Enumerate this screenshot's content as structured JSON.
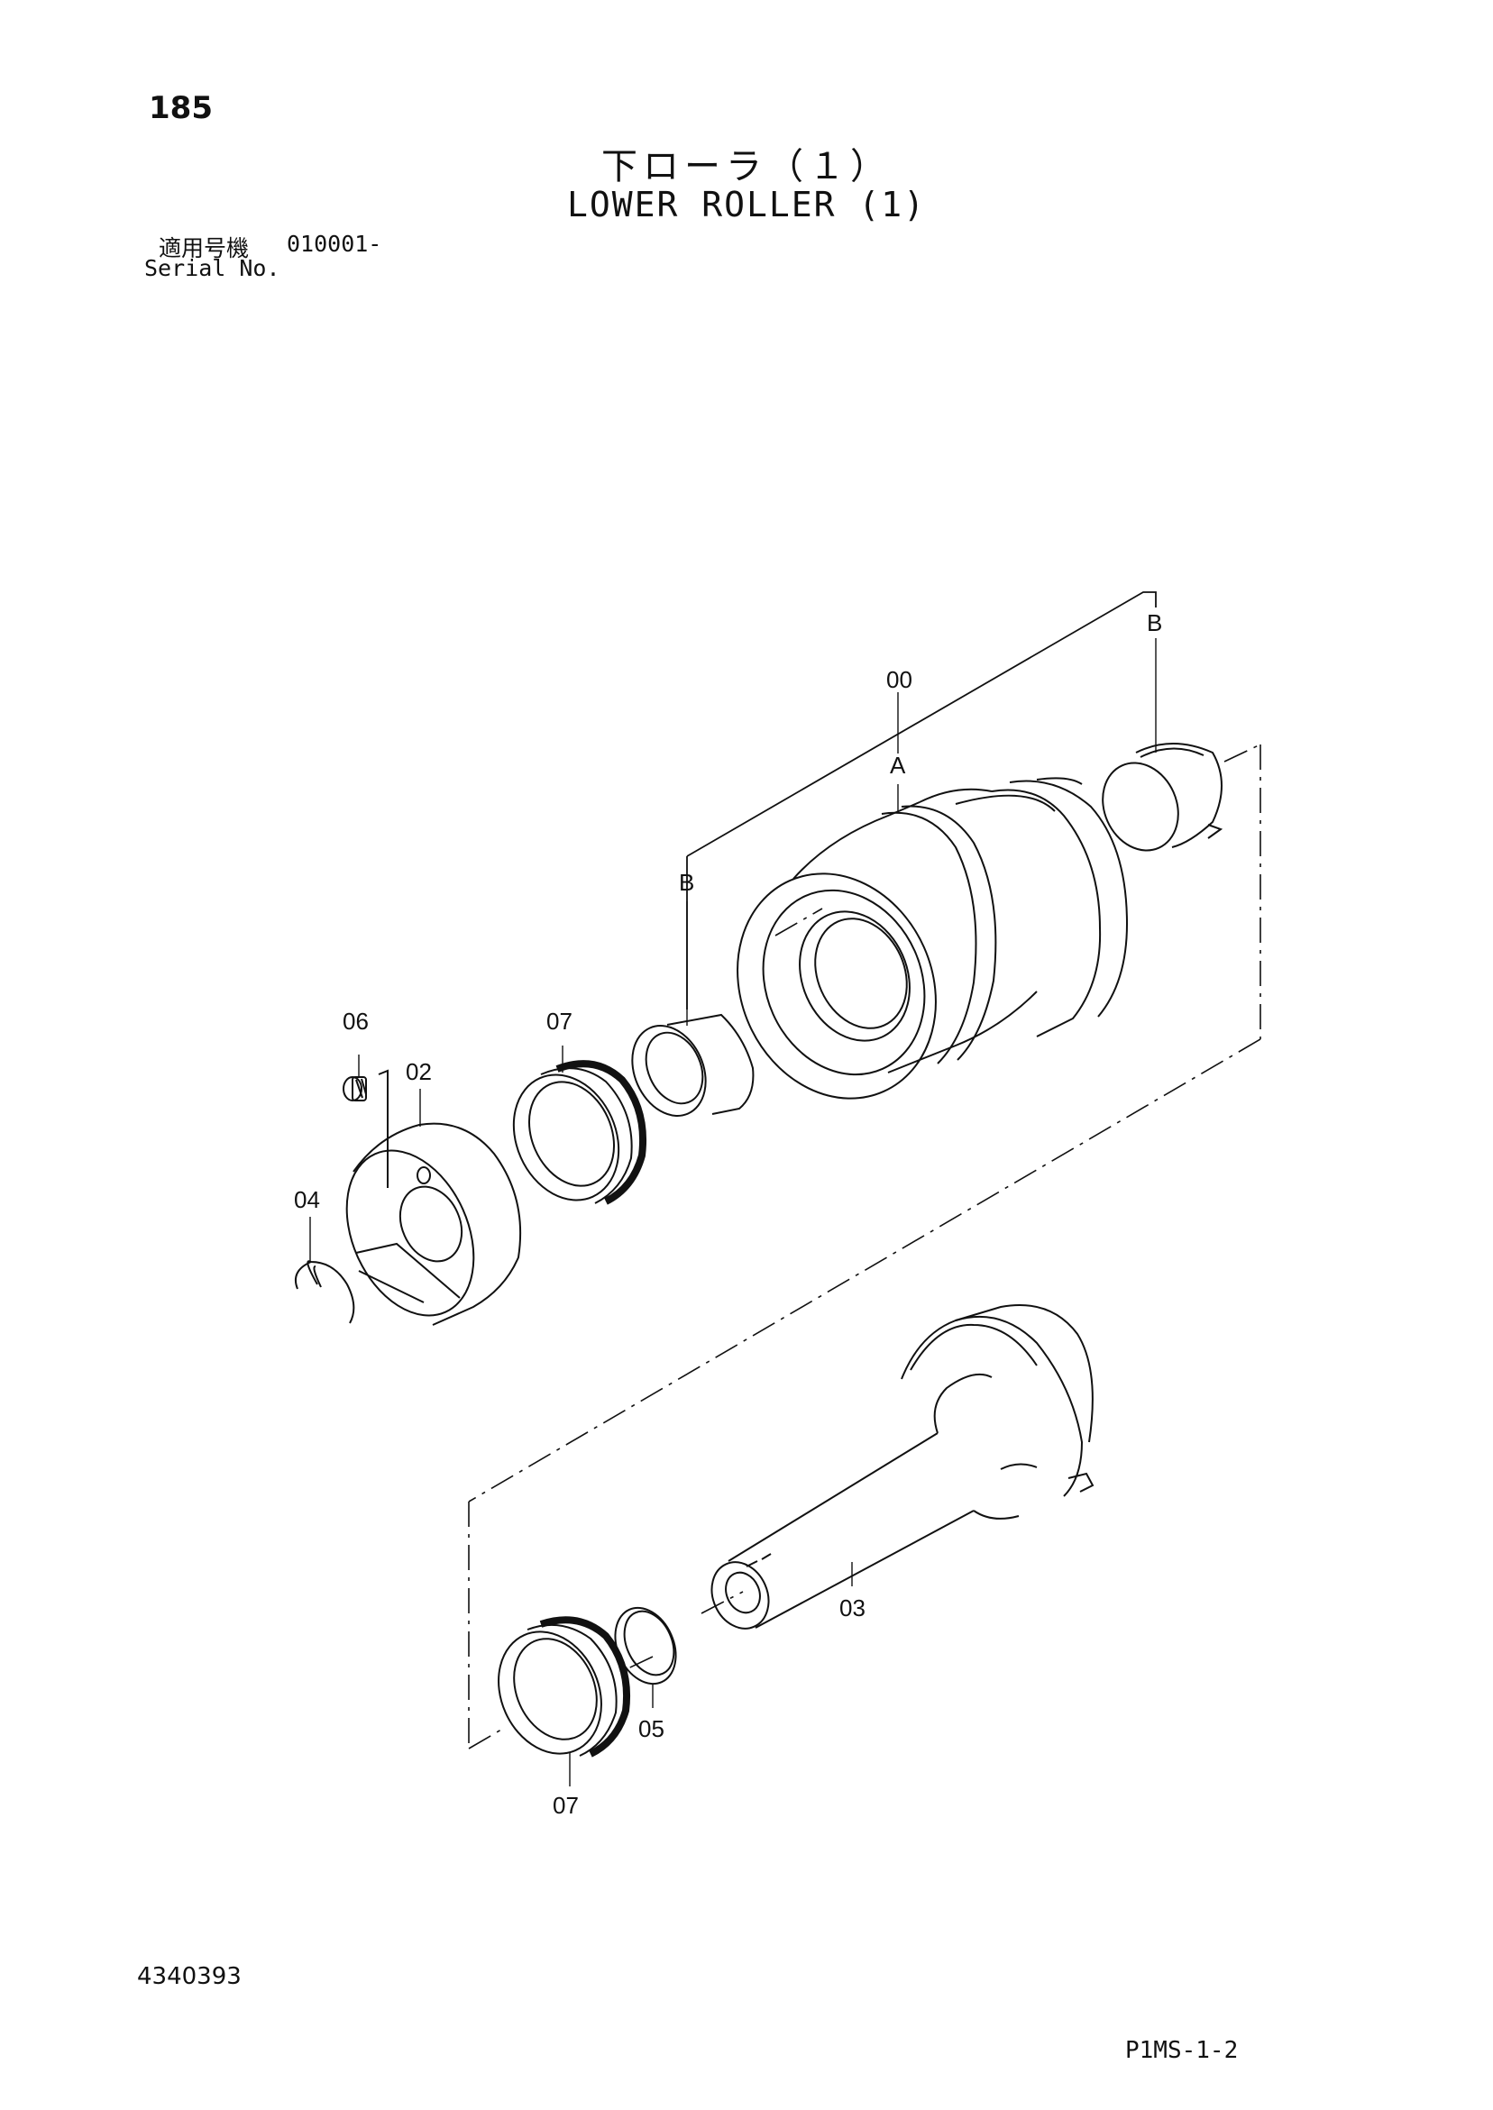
{
  "header": {
    "page_number": "185",
    "title_jp": "下ローラ（１）",
    "title_en": "LOWER ROLLER (1)",
    "serial_label_jp": "適用号機",
    "serial_value": "010001-",
    "serial_label_en": "Serial No."
  },
  "callouts": {
    "c00": "00",
    "cA": "A",
    "cB_left": "B",
    "cB_right": "B",
    "c02": "02",
    "c03": "03",
    "c04": "04",
    "c05": "05",
    "c06": "06",
    "c07_top": "07",
    "c07_bottom": "07"
  },
  "footer": {
    "doc_number": "4340393",
    "page_code": "P1MS-1-2"
  }
}
